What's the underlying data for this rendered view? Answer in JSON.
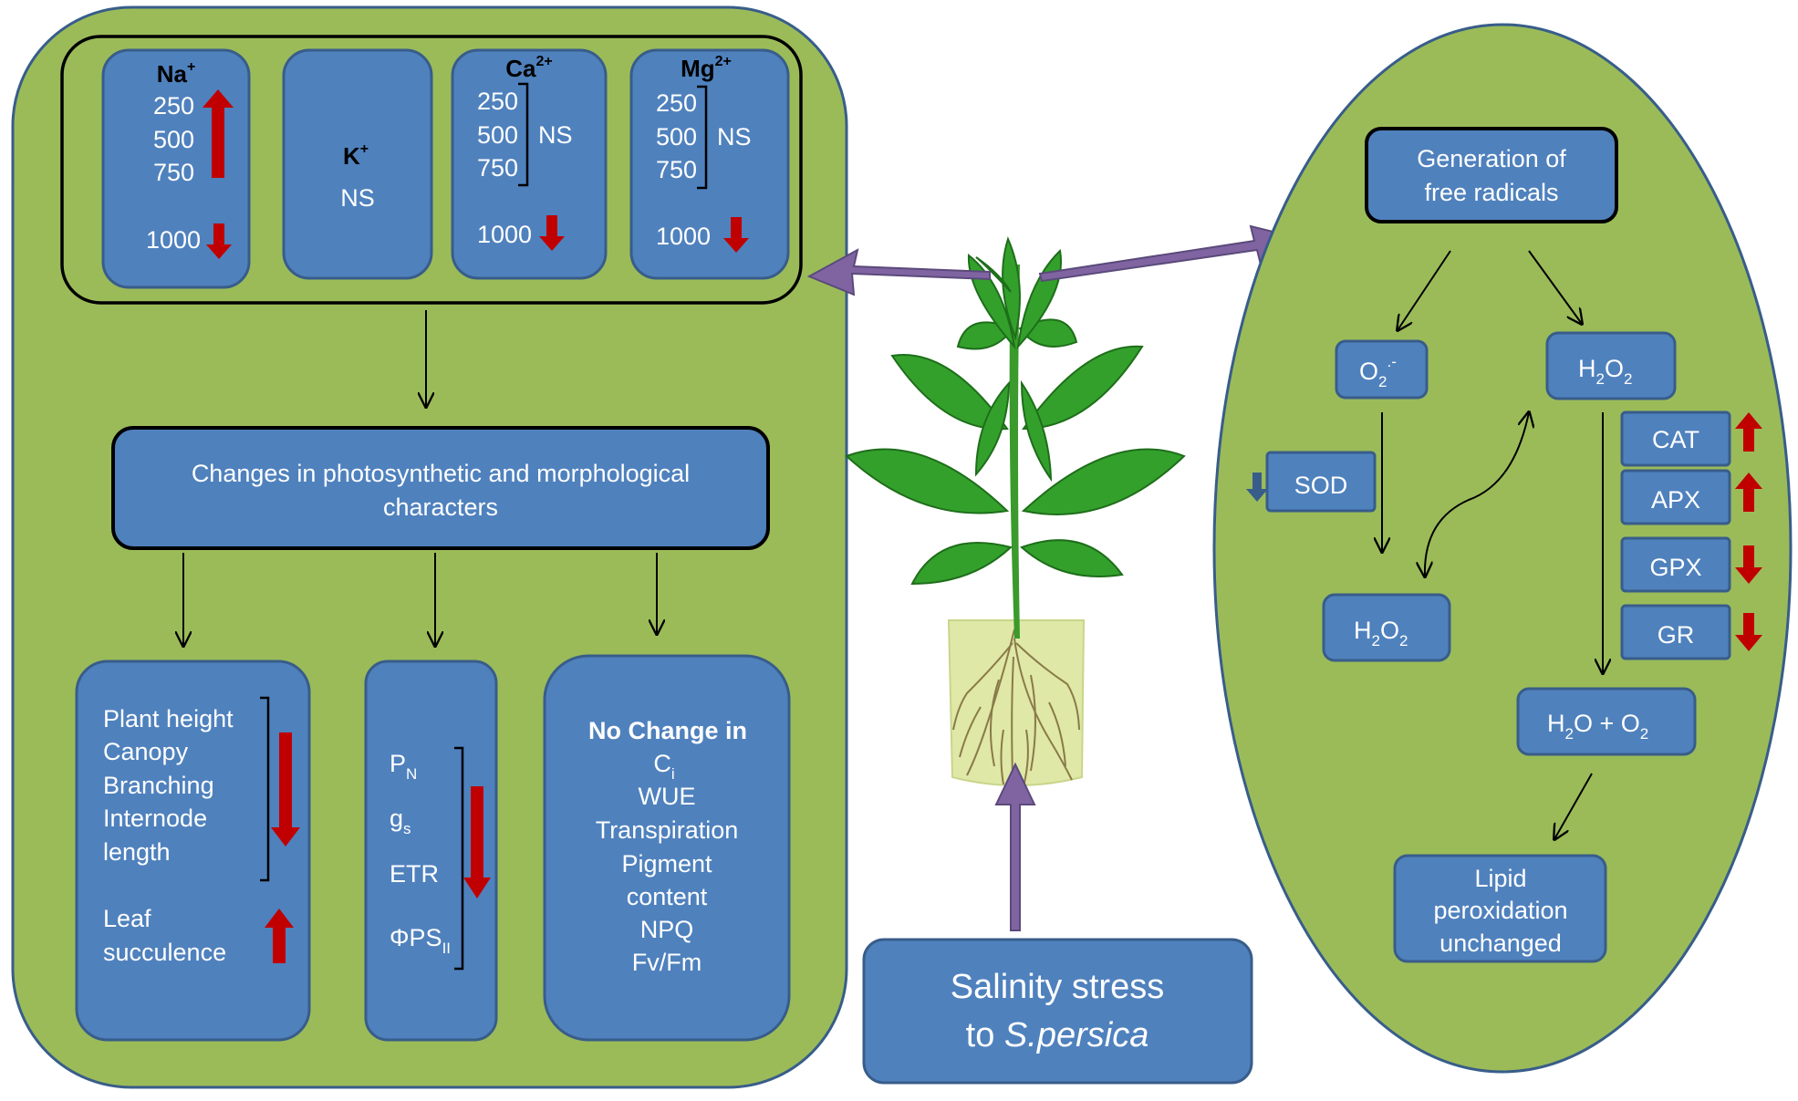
{
  "colors": {
    "panel_green": "#9bbb59",
    "box_blue": "#4f81bd",
    "box_border": "#385d8a",
    "purple_arrow": "#8064a2",
    "red_arrow": "#c00000",
    "text_white": "#ffffff"
  },
  "ions": {
    "na": {
      "label": "Na",
      "sup": "+",
      "c1": "250",
      "c2": "500",
      "c3": "750",
      "c4": "1000"
    },
    "k": {
      "label": "K",
      "sup": "+",
      "status": "NS"
    },
    "ca": {
      "label": "Ca",
      "sup": "2+",
      "c1": "250",
      "c2": "500",
      "c3": "750",
      "status": "NS",
      "c4": "1000"
    },
    "mg": {
      "label": "Mg",
      "sup": "2+",
      "c1": "250",
      "c2": "500",
      "c3": "750",
      "status": "NS",
      "c4": "1000"
    }
  },
  "changes_box": {
    "line1": "Changes in photosynthetic and morphological",
    "line2": "characters"
  },
  "morph": {
    "items": [
      "Plant height",
      "Canopy",
      "Branching",
      "Internode",
      "length"
    ],
    "leaf1": "Leaf",
    "leaf2": "succulence"
  },
  "photo": {
    "pn": "P",
    "pn_sub": "N",
    "gs": "g",
    "gs_sub": "s",
    "etr": "ETR",
    "phi": "ΦPS",
    "phi_sub": "II"
  },
  "nochange": {
    "title": "No Change in",
    "ci": "C",
    "ci_sub": "i",
    "items": [
      "WUE",
      "Transpiration",
      "Pigment",
      "content",
      "NPQ",
      "Fv/Fm"
    ]
  },
  "stress": {
    "line1": "Salinity stress",
    "line2_prefix": "to ",
    "species": "S.persica"
  },
  "radicals": {
    "gen1": "Generation of",
    "gen2": "free radicals",
    "o2": "O",
    "o2_sub": "2",
    "o2_sup": ".-",
    "h2o2": "H",
    "h2o2_sub1": "2",
    "h2o2_mid": "O",
    "h2o2_sub2": "2",
    "sod": "SOD",
    "enzymes": [
      "CAT",
      "APX",
      "GPX",
      "GR"
    ],
    "water_h": "H",
    "water_sub1": "2",
    "water_mid": "O + O",
    "water_sub2": "2",
    "lipid": [
      "Lipid",
      "peroxidation",
      "unchanged"
    ]
  }
}
